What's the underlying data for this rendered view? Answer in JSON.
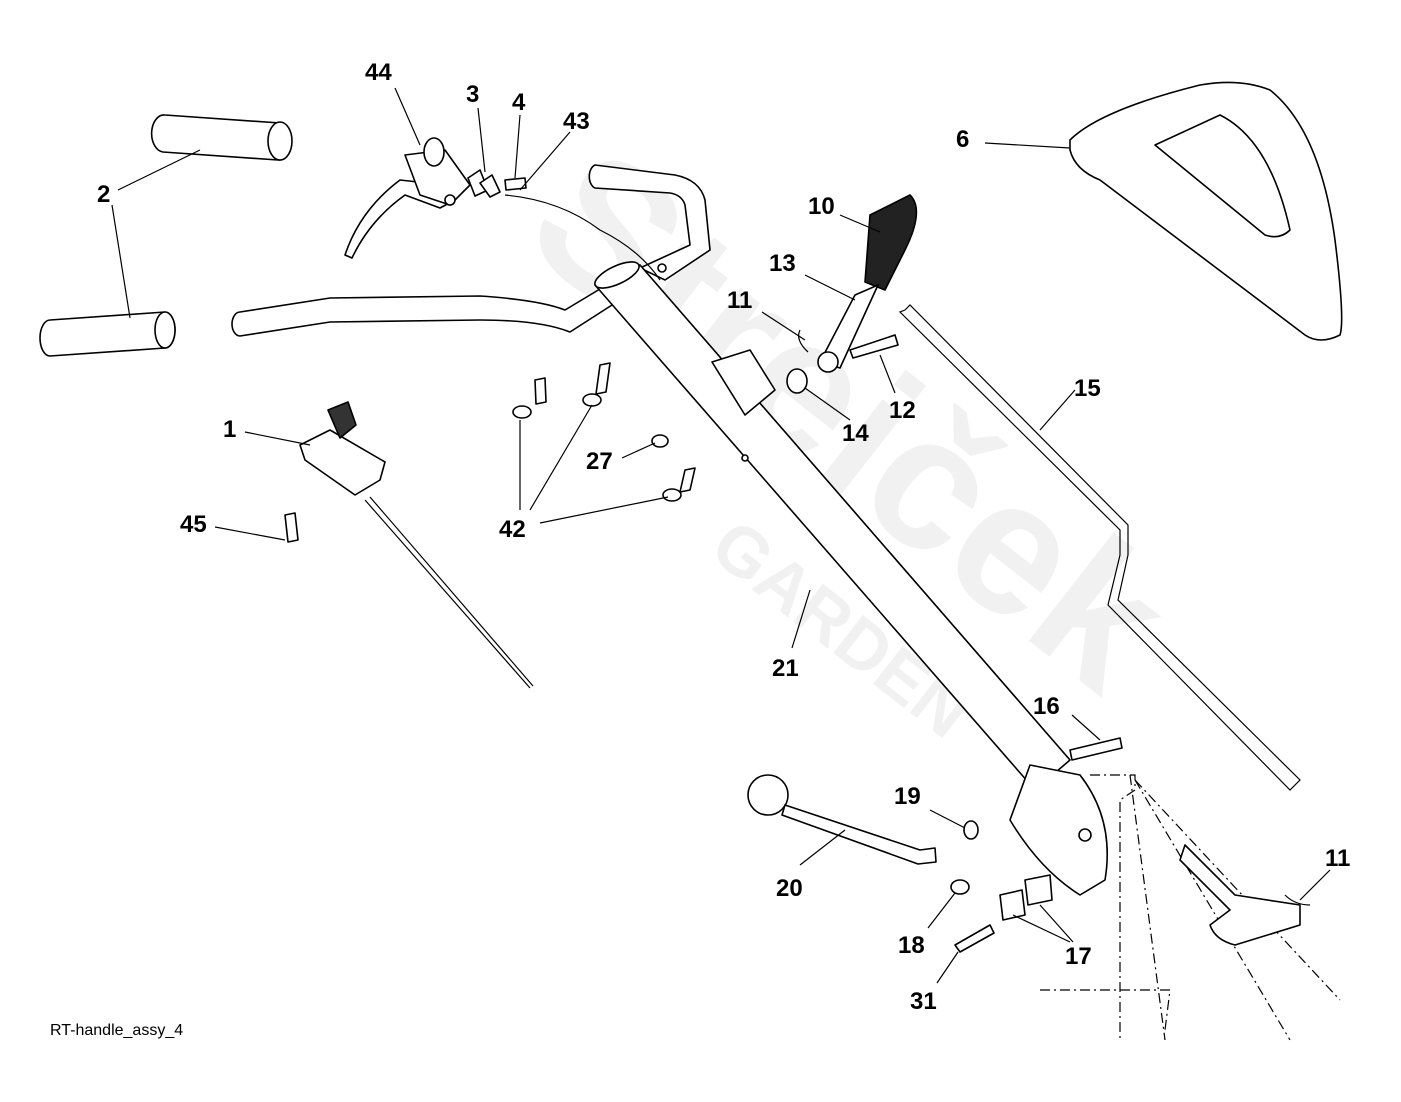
{
  "caption": "RT-handle_assy_4",
  "watermark": {
    "brand": "Strejček",
    "sub": "GARDEN"
  },
  "callouts": [
    {
      "id": "44"
    },
    {
      "id": "3"
    },
    {
      "id": "4"
    },
    {
      "id": "43"
    },
    {
      "id": "2"
    },
    {
      "id": "6"
    },
    {
      "id": "10"
    },
    {
      "id": "13"
    },
    {
      "id": "11"
    },
    {
      "id": "12"
    },
    {
      "id": "14"
    },
    {
      "id": "15"
    },
    {
      "id": "1"
    },
    {
      "id": "27"
    },
    {
      "id": "42"
    },
    {
      "id": "45"
    },
    {
      "id": "21"
    },
    {
      "id": "16"
    },
    {
      "id": "19"
    },
    {
      "id": "20"
    },
    {
      "id": "11"
    },
    {
      "id": "18"
    },
    {
      "id": "17"
    },
    {
      "id": "31"
    }
  ]
}
